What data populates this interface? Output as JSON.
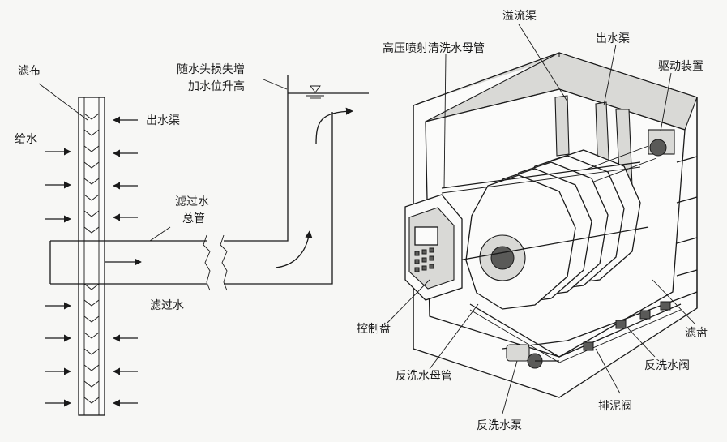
{
  "left_diagram": {
    "labels": {
      "filter_cloth": "滤布",
      "feed_water": "给水",
      "outlet_channel": "出水渠",
      "head_loss_line1": "随水头损失增",
      "head_loss_line2": "加水位升高",
      "filtered_main_line1": "滤过水",
      "filtered_main_line2": "总管",
      "filtered_water": "滤过水"
    }
  },
  "right_diagram": {
    "labels": {
      "overflow_channel": "溢流渠",
      "hp_spray_pipe": "高压喷射清洗水母管",
      "outlet_channel": "出水渠",
      "drive_unit": "驱动装置",
      "control_panel": "控制盘",
      "backwash_main": "反洗水母管",
      "backwash_pump": "反洗水泵",
      "sludge_valve": "排泥阀",
      "backwash_valve": "反洗水阀",
      "filter_disc": "滤盘"
    }
  }
}
